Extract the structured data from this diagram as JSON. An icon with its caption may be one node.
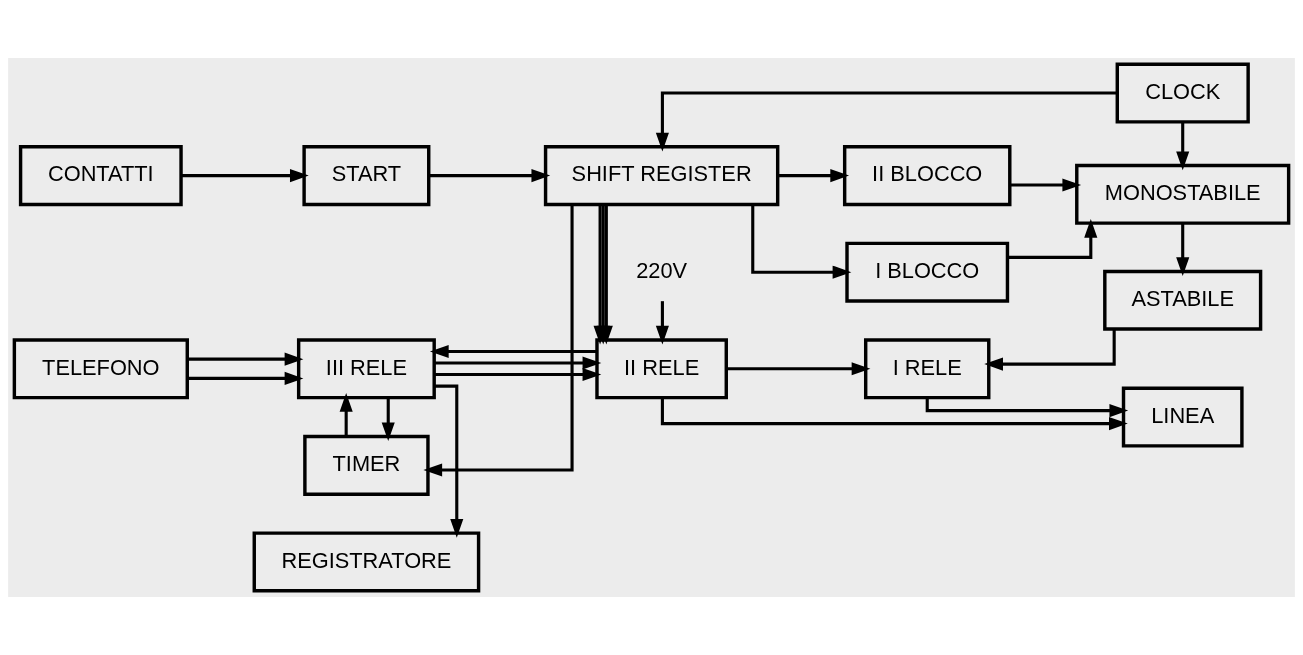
{
  "diagram": {
    "nodes": [
      {
        "text": [
          "CONTATTI"
        ]
      },
      {
        "text": [
          "START"
        ]
      },
      {
        "text": [
          "SHIFT REGISTER"
        ]
      },
      {
        "text": [
          "CLOCK"
        ]
      },
      {
        "text": [
          "II BLOCCO"
        ]
      },
      {
        "text": [
          "MONOSTABILE"
        ]
      },
      {
        "text": [
          "I BLOCCO"
        ]
      },
      {
        "text": [
          "TIMER"
        ]
      },
      {
        "text": [
          "ASTABILE"
        ]
      },
      {
        "text": [
          "TELEFONO"
        ]
      },
      {
        "text": [
          "III RELE"
        ]
      },
      {
        "text": [
          "II RELE"
        ]
      },
      {
        "text": [
          "I RELE"
        ]
      },
      {
        "text": [
          "LINEA"
        ]
      },
      {
        "text": [
          "REGISTRATORE"
        ]
      },
      {
        "text": [
          "220V"
        ]
      }
    ],
    "edges": [
      {
        "from": 0,
        "to": 1,
        "arrow": "to"
      },
      {
        "from": 1,
        "to": 2,
        "arrow": "to"
      },
      {
        "from": 3,
        "to": 2,
        "arrow": "to"
      },
      {
        "from": 2,
        "to": 4,
        "arrow": "to"
      },
      {
        "from": 2,
        "to": 11,
        "arrow": "to"
      },
      {
        "from": 3,
        "to": 5,
        "arrow": "to"
      },
      {
        "from": 4,
        "to": 5,
        "arrow": "to"
      },
      {
        "from": 6,
        "to": 5,
        "arrow": "to"
      },
      {
        "from": 2,
        "to": 6,
        "arrow": "to"
      },
      {
        "from": 2,
        "to": 11,
        "arrow": "to"
      },
      {
        "from": 2,
        "to": 7,
        "arrow": "to"
      },
      {
        "from": 2,
        "to": 11,
        "arrow": "to"
      },
      {
        "from": 5,
        "to": 8,
        "arrow": "to"
      },
      {
        "from": 7,
        "to": 10,
        "arrow": "to"
      },
      {
        "from": 10,
        "to": 7,
        "arrow": "to"
      },
      {
        "from": 9,
        "to": 10,
        "arrow": "to"
      },
      {
        "from": 9,
        "to": 10,
        "arrow": "to"
      },
      {
        "from": 10,
        "to": 11,
        "arrow": "to"
      },
      {
        "from": 10,
        "to": 11,
        "arrow": "to"
      },
      {
        "from": 11,
        "to": 10,
        "arrow": "to"
      },
      {
        "from": 10,
        "to": 14,
        "arrow": "to"
      },
      {
        "from": 15,
        "to": 11,
        "arrow": "to"
      },
      {
        "from": 11,
        "to": 12,
        "arrow": "to"
      },
      {
        "from": 8,
        "to": 12,
        "arrow": "to"
      },
      {
        "from": 12,
        "to": 13,
        "arrow": "to"
      },
      {
        "from": 11,
        "to": 13,
        "arrow": "to"
      }
    ]
  }
}
